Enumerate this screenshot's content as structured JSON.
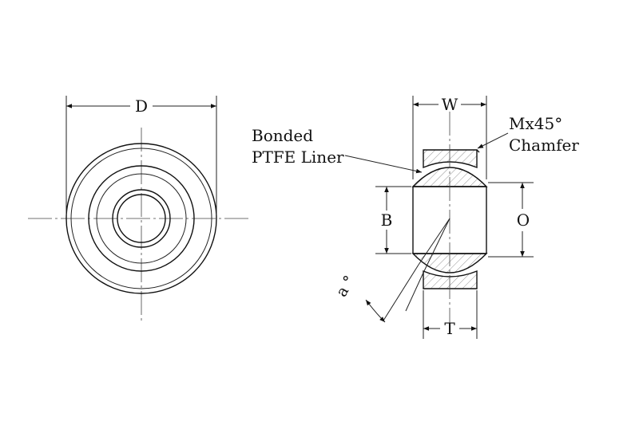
{
  "labels": {
    "D": "D",
    "W": "W",
    "B": "B",
    "O": "O",
    "T": "T",
    "angle": "a °",
    "liner_line1": "Bonded",
    "liner_line2": "PTFE Liner",
    "chamfer_line1": "Mx45°",
    "chamfer_line2": "Chamfer"
  },
  "colors": {
    "line": "#111111",
    "background": "#ffffff"
  }
}
